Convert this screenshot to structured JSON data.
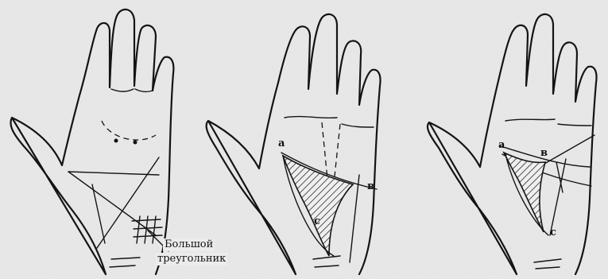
{
  "figures": [
    {
      "id": "left-hand",
      "caption_line1": "Большой",
      "caption_line2": "треугольник"
    },
    {
      "id": "middle-hand",
      "labels": {
        "a": "a",
        "b": "в",
        "c": "c"
      }
    },
    {
      "id": "right-hand",
      "labels": {
        "a": "a",
        "b": "в",
        "c": "c"
      }
    }
  ]
}
